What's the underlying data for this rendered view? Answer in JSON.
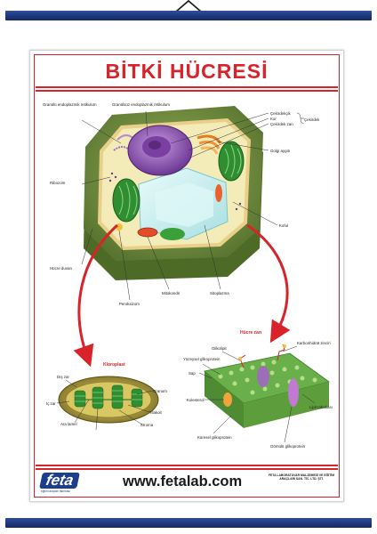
{
  "poster": {
    "title": "BİTKİ HÜCRESİ",
    "labels": {
      "granuler_er": "Granülü endoplazmik retikulum",
      "granulsuz_er": "Granülsüz endoplazmik retikulum",
      "cekirdekcik": "Çekirdekçik",
      "kor": "Kor",
      "cekirdek_zari": "Çekirdek zarı",
      "cekirdek": "Çekirdek",
      "golgi": "Golgi aygıtı",
      "ribozom": "Ribozom",
      "koful": "Koful",
      "hucre_duvari": "Hücre duvarı",
      "peroksizom": "Peroksizom",
      "mitokondri": "Mitokondri",
      "sitoplazma": "Sitoplazma",
      "kloroplast": "Kloroplast",
      "hucre_zari": "Hücre zarı",
      "dis_zar": "Dış zar",
      "ic_zar": "İç zar",
      "granum": "Granum",
      "ara_lamel": "Ara lamel",
      "tilakoit": "Tilakoit",
      "stroma": "Stroma",
      "glikolipit": "Glikolipit",
      "yuzeysel_glikoprotein": "Yüzeysel glikoprotein",
      "sap": "Sap",
      "karbonhidrat_zinciri": "Karbonhidrat zinciri",
      "kolesterol": "Kolesterol",
      "lipit_tabakasi": "Lipit tabakası",
      "kuresel_glikoprotein": "Küresel glikoprotein",
      "gomulu_glikoprotein": "Gömülü glikoprotein"
    }
  },
  "footer": {
    "logo": "feta",
    "logo_sub": "eğitim araçları fabrikası",
    "website": "www.fetalab.com",
    "company_name": "FETA LABORATUVAR MALZEMESİ VE EĞİTİM ARAÇLARI SAN. TİC. LTD. ŞTİ."
  },
  "colors": {
    "rod": "#1d3578",
    "accent_red": "#d8232a",
    "cell_wall": "#6e8b3d",
    "chloroplast": "#3a9b3a",
    "nucleus": "#8a4fb0",
    "vacuole": "#cfeff0"
  }
}
